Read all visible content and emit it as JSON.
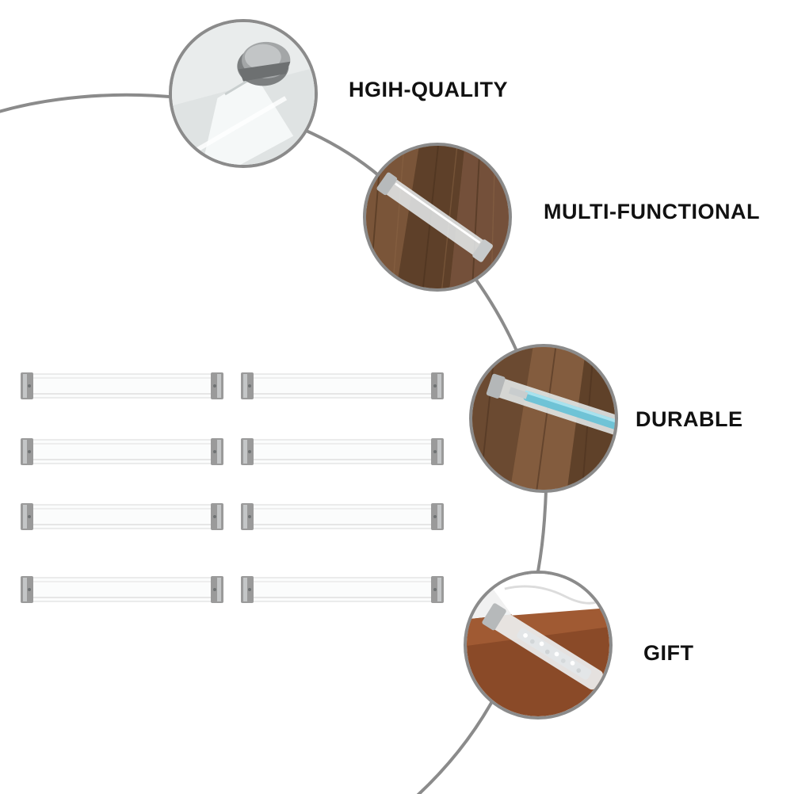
{
  "features": [
    {
      "id": "quality",
      "label": "HGIH-QUALITY",
      "photo": "tube-end-cap-closeup"
    },
    {
      "id": "multi",
      "label": "MULTI-FUNCTIONAL",
      "photo": "clear-tube-on-wood"
    },
    {
      "id": "durable",
      "label": "DURABLE",
      "photo": "blue-crystal-pen-in-tube-on-wood"
    },
    {
      "id": "gift",
      "label": "GIFT",
      "photo": "crystal-pen-in-tube-gift"
    }
  ],
  "product": {
    "name": "clear pen tube",
    "count": 8
  },
  "colors": {
    "arc": "#8b8b8b",
    "label": "#111111",
    "cap": "#9a9a9a",
    "wood": "#6b4a31"
  }
}
